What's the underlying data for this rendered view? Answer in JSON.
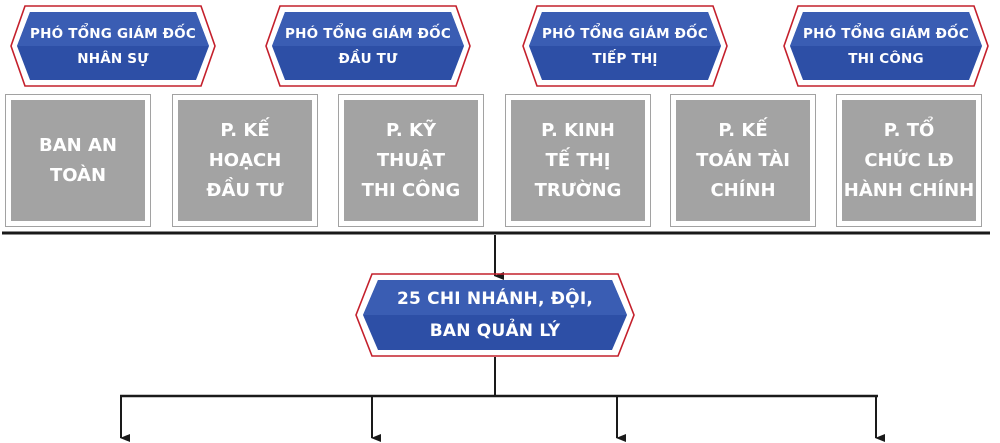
{
  "colors": {
    "badge_fill": "#2d4fa6",
    "badge_fill_dark": "#1f3c8a",
    "badge_outline": "#c4202c",
    "dept_fill": "#a3a3a3",
    "line": "#1a1a1a"
  },
  "vice_directors": [
    {
      "line1": "PHÓ TỔNG GIÁM ĐỐC",
      "line2": "NHÂN SỰ"
    },
    {
      "line1": "PHÓ TỔNG GIÁM ĐỐC",
      "line2": "ĐẦU TƯ"
    },
    {
      "line1": "PHÓ TỔNG GIÁM ĐỐC",
      "line2": "TIẾP THỊ"
    },
    {
      "line1": "PHÓ TỔNG GIÁM ĐỐC",
      "line2": "THI CÔNG"
    }
  ],
  "departments": [
    {
      "label": "BAN AN\nTOÀN"
    },
    {
      "label": "P. KẾ\nHOẠCH\nĐẦU TƯ"
    },
    {
      "label": "P. KỸ\nTHUẬT\nTHI CÔNG"
    },
    {
      "label": "P. KINH\nTẾ THỊ\nTRƯỜNG"
    },
    {
      "label": "P. KẾ\nTOÁN TÀI\nCHÍNH"
    },
    {
      "label": "P. TỔ\nCHỨC LĐ\nHÀNH CHÍNH"
    }
  ],
  "branch": {
    "line1": "25 CHI NHÁNH, ĐỘI,",
    "line2": "BAN QUẢN LÝ"
  }
}
